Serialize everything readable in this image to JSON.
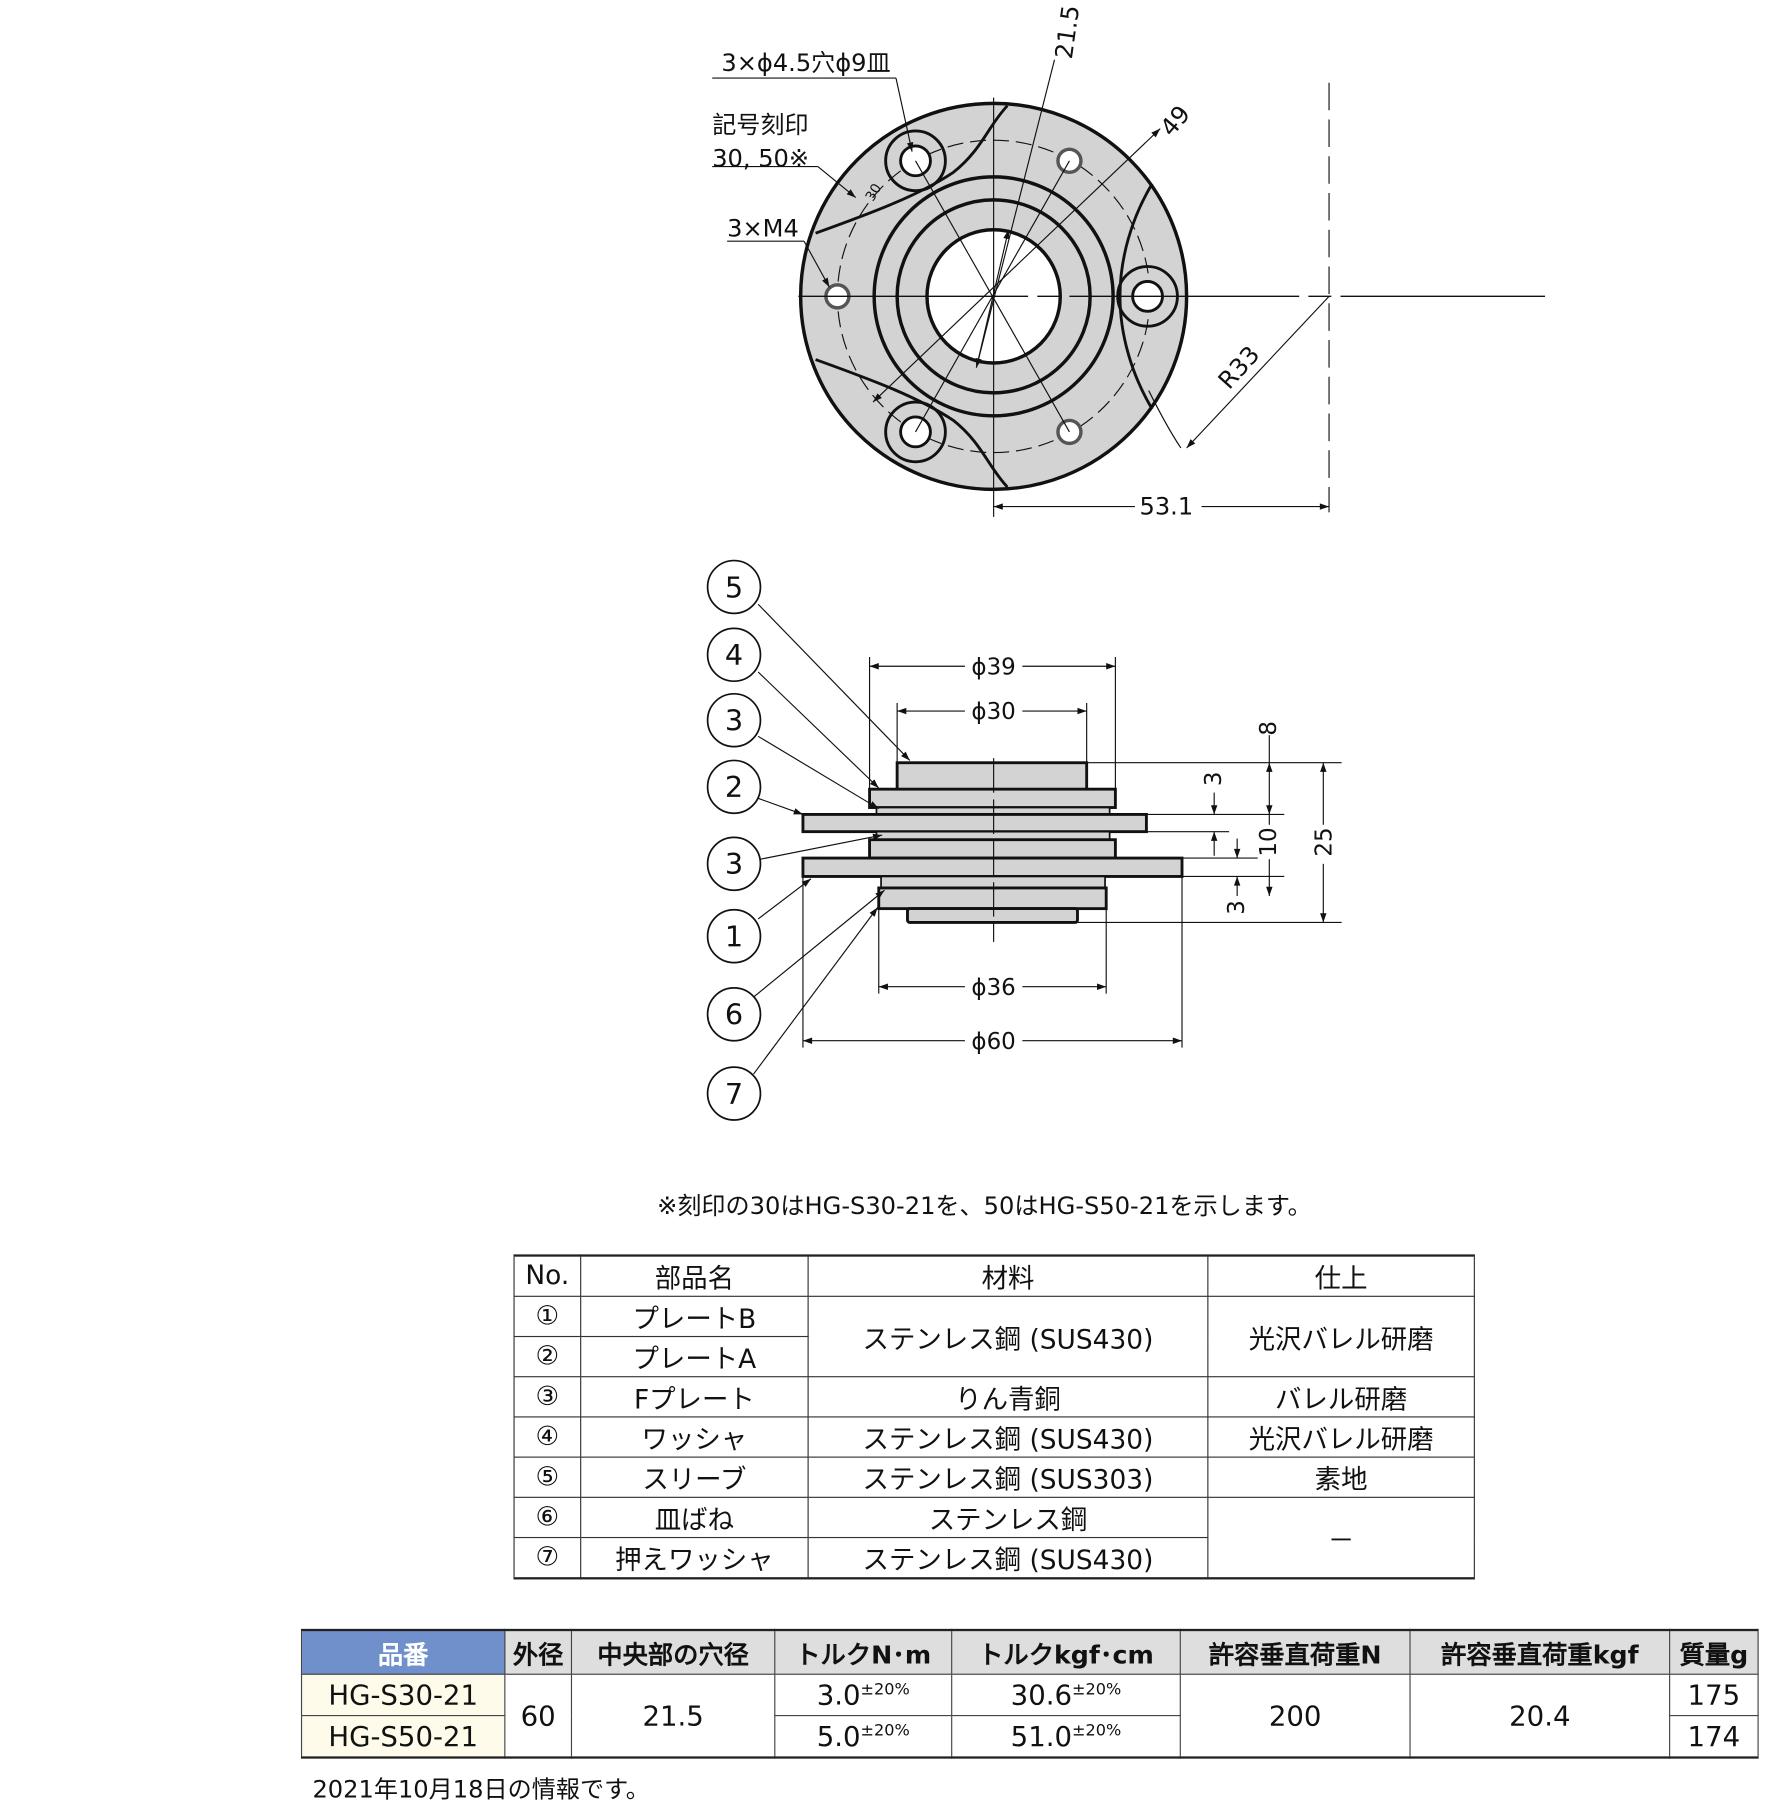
{
  "top_view": {
    "labels": {
      "holes": "3×ϕ4.5穴ϕ9皿",
      "mark_title": "記号刻印",
      "mark_values": "30, 50※",
      "mark_engraving": "30",
      "tapped": "3×M4",
      "dim_center": "21.5",
      "dim_pcd": "49",
      "dim_radius": "R33",
      "dim_offset": "53.1"
    }
  },
  "side_view": {
    "callouts": [
      "5",
      "4",
      "3",
      "2",
      "3",
      "1",
      "6",
      "7"
    ],
    "dims": {
      "d39": "ϕ39",
      "d30": "ϕ30",
      "d36": "ϕ36",
      "d60": "ϕ60",
      "h8": "8",
      "h3a": "3",
      "h10": "10",
      "h25": "25",
      "h3b": "3"
    }
  },
  "note": "※刻印の30はHG-S30-21を、50はHG-S50-21を示します。",
  "parts_table": {
    "headers": [
      "No.",
      "部品名",
      "材料",
      "仕上"
    ],
    "rows": [
      {
        "no": "①",
        "name": "プレートB",
        "material": "ステンレス鋼 (SUS430)",
        "finish": "光沢バレル研磨"
      },
      {
        "no": "②",
        "name": "プレートA"
      },
      {
        "no": "③",
        "name": "Fプレート",
        "material": "りん青銅",
        "finish": "バレル研磨"
      },
      {
        "no": "④",
        "name": "ワッシャ",
        "material": "ステンレス鋼 (SUS430)",
        "finish": "光沢バレル研磨"
      },
      {
        "no": "⑤",
        "name": "スリーブ",
        "material": "ステンレス鋼 (SUS303)",
        "finish": "素地"
      },
      {
        "no": "⑥",
        "name": "皿ばね",
        "material": "ステンレス鋼",
        "finish": "－"
      },
      {
        "no": "⑦",
        "name": "押えワッシャ",
        "material": "ステンレス鋼 (SUS430)"
      }
    ]
  },
  "spec_table": {
    "headers": [
      "品番",
      "外径",
      "中央部の穴径",
      "トルクN･m",
      "トルクkgf･cm",
      "許容垂直荷重N",
      "許容垂直荷重kgf",
      "質量g"
    ],
    "tolerance": "±20%",
    "rows": [
      {
        "model": "HG-S30-21",
        "outer": "60",
        "hole": "21.5",
        "torque_nm": "3.0",
        "torque_kgf": "30.6",
        "load_n": "200",
        "load_kgf": "20.4",
        "mass": "175"
      },
      {
        "model": "HG-S50-21",
        "torque_nm": "5.0",
        "torque_kgf": "51.0",
        "mass": "174"
      }
    ]
  },
  "footer": "2021年10月18日の情報です。",
  "colors": {
    "part_fill": "#d3d3d3",
    "header_blue": "#7090cc",
    "header_gray": "#dedede",
    "model_bg": "#fffbea"
  }
}
